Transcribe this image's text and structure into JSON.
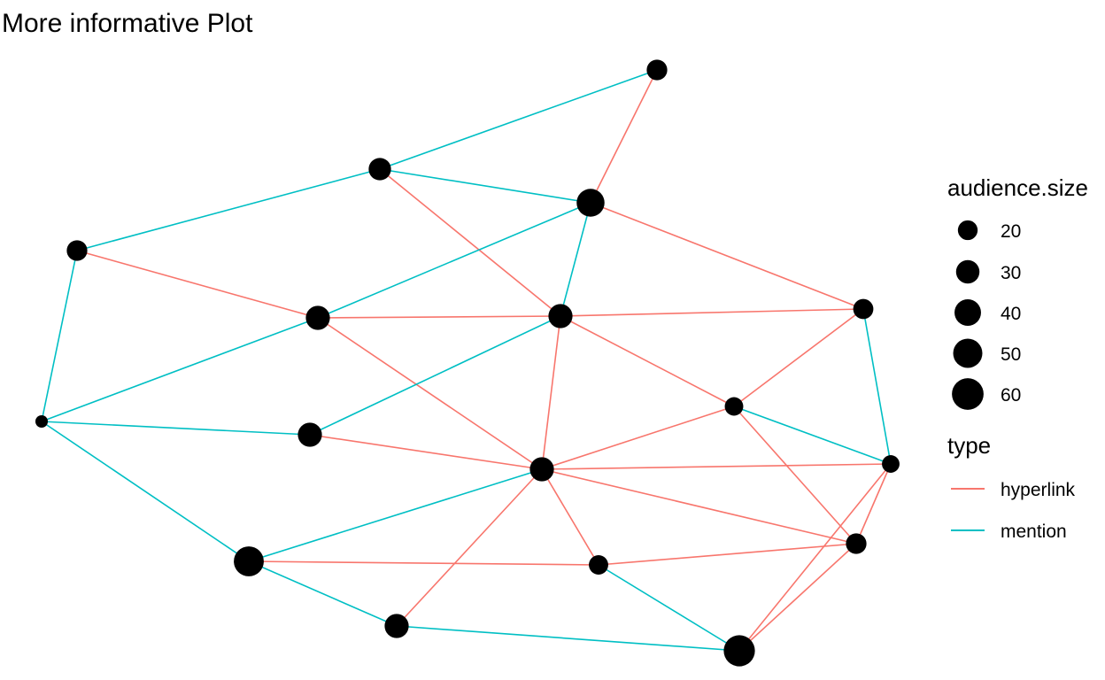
{
  "title": "More informative Plot",
  "colors": {
    "hyperlink": "#F8766D",
    "mention": "#00BFC4",
    "node": "#000000"
  },
  "legend": {
    "size_title": "audience.size",
    "size_entries": [
      {
        "label": "20",
        "value": 20
      },
      {
        "label": "30",
        "value": 30
      },
      {
        "label": "40",
        "value": 40
      },
      {
        "label": "50",
        "value": 50
      },
      {
        "label": "60",
        "value": 60
      }
    ],
    "type_title": "type",
    "type_entries": [
      {
        "label": "hyperlink",
        "color": "#F8766D"
      },
      {
        "label": "mention",
        "color": "#00BFC4"
      }
    ]
  },
  "network": {
    "nodes": [
      {
        "id": "n1",
        "size": 22
      },
      {
        "id": "n2",
        "size": 27
      },
      {
        "id": "n3",
        "size": 45
      },
      {
        "id": "n4",
        "size": 22
      },
      {
        "id": "n5",
        "size": 32
      },
      {
        "id": "n6",
        "size": 32
      },
      {
        "id": "n7",
        "size": 21
      },
      {
        "id": "n8",
        "size": 6
      },
      {
        "id": "n9",
        "size": 32
      },
      {
        "id": "n10",
        "size": 17
      },
      {
        "id": "n11",
        "size": 32
      },
      {
        "id": "n12",
        "size": 15
      },
      {
        "id": "n13",
        "size": 22
      },
      {
        "id": "n14",
        "size": 53
      },
      {
        "id": "n15",
        "size": 19
      },
      {
        "id": "n16",
        "size": 32
      },
      {
        "id": "n17",
        "size": 58
      }
    ],
    "edges": [
      {
        "from": "n1",
        "to": "n2",
        "type": "mention"
      },
      {
        "from": "n1",
        "to": "n3",
        "type": "hyperlink"
      },
      {
        "from": "n2",
        "to": "n3",
        "type": "mention"
      },
      {
        "from": "n2",
        "to": "n4",
        "type": "mention"
      },
      {
        "from": "n2",
        "to": "n6",
        "type": "hyperlink"
      },
      {
        "from": "n3",
        "to": "n5",
        "type": "mention"
      },
      {
        "from": "n3",
        "to": "n6",
        "type": "mention"
      },
      {
        "from": "n3",
        "to": "n7",
        "type": "hyperlink"
      },
      {
        "from": "n4",
        "to": "n5",
        "type": "hyperlink"
      },
      {
        "from": "n4",
        "to": "n8",
        "type": "mention"
      },
      {
        "from": "n5",
        "to": "n6",
        "type": "hyperlink"
      },
      {
        "from": "n5",
        "to": "n8",
        "type": "mention"
      },
      {
        "from": "n5",
        "to": "n11",
        "type": "hyperlink"
      },
      {
        "from": "n6",
        "to": "n7",
        "type": "hyperlink"
      },
      {
        "from": "n6",
        "to": "n9",
        "type": "mention"
      },
      {
        "from": "n6",
        "to": "n10",
        "type": "hyperlink"
      },
      {
        "from": "n6",
        "to": "n11",
        "type": "hyperlink"
      },
      {
        "from": "n7",
        "to": "n10",
        "type": "hyperlink"
      },
      {
        "from": "n7",
        "to": "n12",
        "type": "mention"
      },
      {
        "from": "n8",
        "to": "n9",
        "type": "mention"
      },
      {
        "from": "n8",
        "to": "n14",
        "type": "mention"
      },
      {
        "from": "n9",
        "to": "n11",
        "type": "hyperlink"
      },
      {
        "from": "n10",
        "to": "n11",
        "type": "hyperlink"
      },
      {
        "from": "n10",
        "to": "n12",
        "type": "mention"
      },
      {
        "from": "n10",
        "to": "n13",
        "type": "hyperlink"
      },
      {
        "from": "n11",
        "to": "n12",
        "type": "hyperlink"
      },
      {
        "from": "n11",
        "to": "n13",
        "type": "hyperlink"
      },
      {
        "from": "n11",
        "to": "n14",
        "type": "mention"
      },
      {
        "from": "n11",
        "to": "n15",
        "type": "hyperlink"
      },
      {
        "from": "n11",
        "to": "n16",
        "type": "hyperlink"
      },
      {
        "from": "n12",
        "to": "n17",
        "type": "hyperlink"
      },
      {
        "from": "n12",
        "to": "n13",
        "type": "hyperlink"
      },
      {
        "from": "n13",
        "to": "n15",
        "type": "hyperlink"
      },
      {
        "from": "n13",
        "to": "n17",
        "type": "hyperlink"
      },
      {
        "from": "n14",
        "to": "n15",
        "type": "hyperlink"
      },
      {
        "from": "n14",
        "to": "n16",
        "type": "mention"
      },
      {
        "from": "n15",
        "to": "n17",
        "type": "mention"
      },
      {
        "from": "n16",
        "to": "n17",
        "type": "mention"
      }
    ]
  }
}
